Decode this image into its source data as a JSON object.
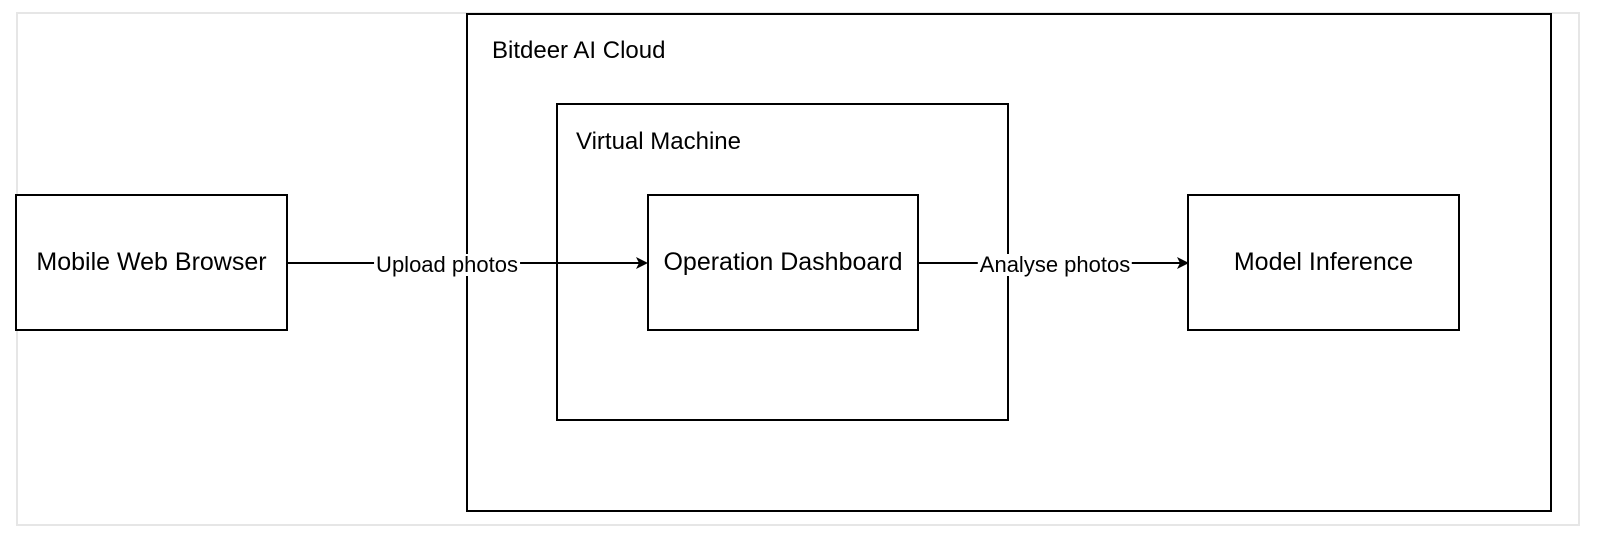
{
  "diagram": {
    "containers": {
      "cloud": {
        "title": "Bitdeer AI Cloud"
      },
      "vm": {
        "title": "Virtual Machine"
      }
    },
    "nodes": {
      "mobile_web_browser": "Mobile Web Browser",
      "operation_dashboard": "Operation Dashboard",
      "model_inference": "Model Inference"
    },
    "edges": {
      "upload": {
        "from": "Mobile Web Browser",
        "to": "Operation Dashboard",
        "label": "Upload photos"
      },
      "analyse": {
        "from": "Operation Dashboard",
        "to": "Model Inference",
        "label": "Analyse photos"
      }
    },
    "colors": {
      "stroke": "#000000",
      "outer_frame": "#e6e6e6",
      "background": "#ffffff"
    }
  }
}
